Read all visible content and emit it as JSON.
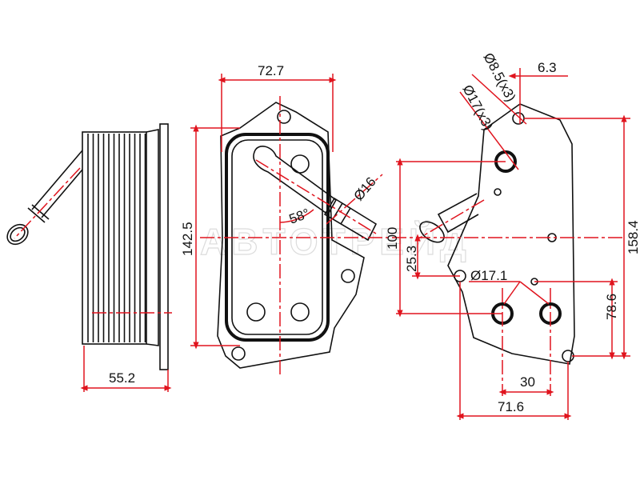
{
  "drawing": {
    "watermark": "ABTOTPEЙД",
    "colors": {
      "outline": "#111111",
      "dimension": "#e0141e"
    },
    "side_view": {
      "depth": "55.2"
    },
    "front_view": {
      "width": "72.7",
      "height": "142.5",
      "pipe_diameter": "Ø16",
      "pipe_angle": "58°"
    },
    "back_view": {
      "small_hole": "Ø8.5(x3)",
      "large_hole": "Ø17(x3)",
      "offset_top": "6.3",
      "total_height": "158.4",
      "port_height": "100",
      "hole_offset": "25.3",
      "port_diameter": "Ø17.1",
      "lower_height": "78.6",
      "port_spacing": "30",
      "hole_spacing": "71.6"
    }
  }
}
